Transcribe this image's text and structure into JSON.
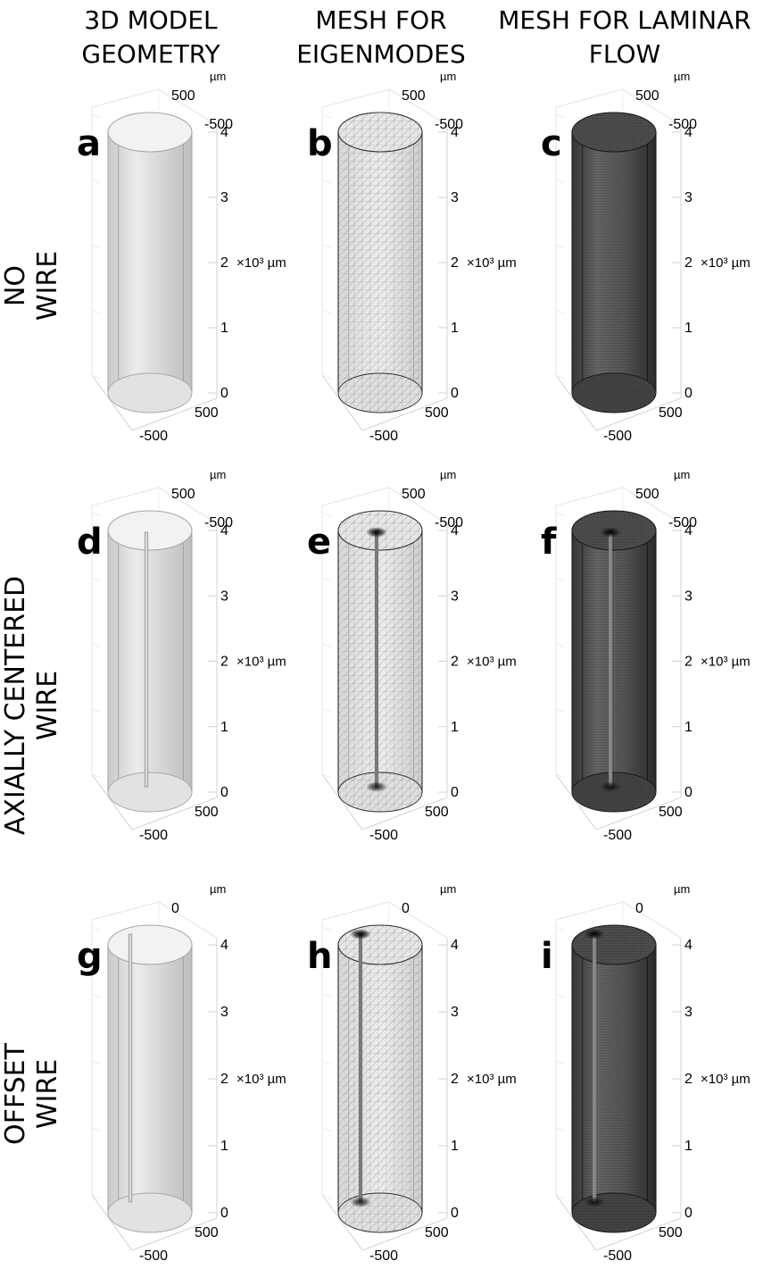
{
  "column_headers": [
    {
      "line1": "3D MODEL",
      "line2": "GEOMETRY"
    },
    {
      "line1": "MESH FOR",
      "line2": "EIGENMODES"
    },
    {
      "line1": "MESH FOR LAMINAR",
      "line2": "FLOW"
    }
  ],
  "row_labels": [
    {
      "line1": "NO",
      "line2": "WIRE"
    },
    {
      "line1": "AXIALLY CENTERED",
      "line2": "WIRE"
    },
    {
      "line1": "OFFSET",
      "line2": "WIRE"
    }
  ],
  "axis_text": {
    "unit": "µm",
    "scale_unit": "×10³ µm",
    "z_ticks": [
      "0",
      "1",
      "2",
      "3",
      "4"
    ],
    "bottom_right_tick": "500",
    "bottom_left_tick": "-500"
  },
  "panels": [
    {
      "letter": "a",
      "row": 0,
      "col": 0,
      "style": "geometry",
      "wire": "none",
      "top_tick_1": "500",
      "top_tick_2": "-500"
    },
    {
      "letter": "b",
      "row": 0,
      "col": 1,
      "style": "coarse",
      "wire": "none",
      "top_tick_1": "500",
      "top_tick_2": "-500"
    },
    {
      "letter": "c",
      "row": 0,
      "col": 2,
      "style": "fine",
      "wire": "none",
      "top_tick_1": "500",
      "top_tick_2": "-500"
    },
    {
      "letter": "d",
      "row": 1,
      "col": 0,
      "style": "geometry",
      "wire": "center",
      "top_tick_1": "500",
      "top_tick_2": "-500"
    },
    {
      "letter": "e",
      "row": 1,
      "col": 1,
      "style": "coarse",
      "wire": "center",
      "top_tick_1": "500",
      "top_tick_2": "-500"
    },
    {
      "letter": "f",
      "row": 1,
      "col": 2,
      "style": "fine",
      "wire": "center",
      "top_tick_1": "500",
      "top_tick_2": "-500"
    },
    {
      "letter": "g",
      "row": 2,
      "col": 0,
      "style": "geometry",
      "wire": "offset",
      "top_tick_1": "0",
      "top_tick_2": ""
    },
    {
      "letter": "h",
      "row": 2,
      "col": 1,
      "style": "coarse",
      "wire": "offset",
      "top_tick_1": "0",
      "top_tick_2": ""
    },
    {
      "letter": "i",
      "row": 2,
      "col": 2,
      "style": "fine",
      "wire": "offset",
      "top_tick_1": "0",
      "top_tick_2": ""
    }
  ]
}
